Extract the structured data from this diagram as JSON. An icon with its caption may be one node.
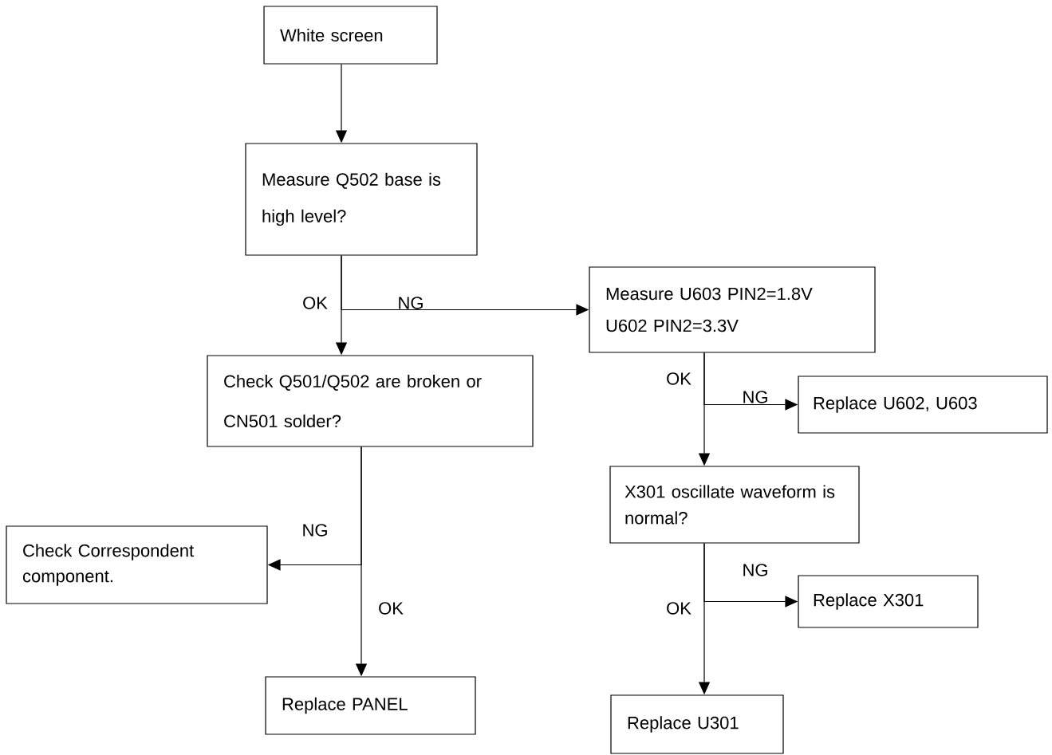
{
  "diagram": {
    "nodes": [
      {
        "text": [
          "White screen"
        ]
      },
      {
        "text": [
          "Measure Q502 base is high level?"
        ]
      },
      {
        "text": [
          "Measure U603 PIN2=1.8V U602 PIN2=3.3V"
        ]
      },
      {
        "text": [
          "Check Q501/Q502 are broken or CN501 solder?"
        ]
      },
      {
        "text": [
          "Replace U602, U603"
        ]
      },
      {
        "text": [
          "X301 oscillate waveform is normal?"
        ]
      },
      {
        "text": [
          "Check Correspondent component."
        ]
      },
      {
        "text": [
          "Replace X301"
        ]
      },
      {
        "text": [
          "Replace PANEL"
        ]
      },
      {
        "text": [
          "Replace U301"
        ]
      }
    ],
    "edges": [
      {
        "from": 0,
        "to": 1,
        "arrow": "to"
      },
      {
        "from": 1,
        "to": 3,
        "arrow": "to",
        "label": "OK"
      },
      {
        "from": 1,
        "to": 2,
        "arrow": "to",
        "label": "NG"
      },
      {
        "from": 2,
        "to": 5,
        "arrow": "to",
        "label": "OK"
      },
      {
        "from": 2,
        "to": 4,
        "arrow": "to",
        "label": "NG"
      },
      {
        "from": 3,
        "to": 8,
        "arrow": "to",
        "label": "OK"
      },
      {
        "from": 3,
        "to": 6,
        "arrow": "to",
        "label": "NG"
      },
      {
        "from": 5,
        "to": 9,
        "arrow": "to",
        "label": "OK"
      },
      {
        "from": 5,
        "to": 7,
        "arrow": "to",
        "label": "NG"
      }
    ]
  }
}
